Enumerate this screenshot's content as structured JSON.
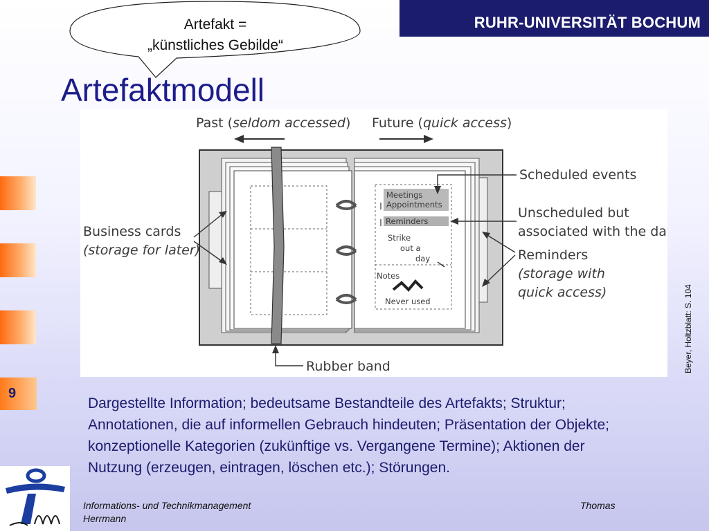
{
  "header": {
    "university": "RUHR-UNIVERSITÄT BOCHUM"
  },
  "bubble": {
    "line1": "Artefakt =",
    "line2": "„künstliches Gebilde“"
  },
  "slide": {
    "title": "Artefaktmodell",
    "page_number": "9"
  },
  "figure": {
    "past_label": "Past (",
    "past_em": "seldom accessed",
    "past_close": ")",
    "future_label": "Future (",
    "future_em": "quick access",
    "future_close": ")",
    "scheduled_events": "Scheduled events",
    "unscheduled_line1": "Unscheduled but",
    "unscheduled_line2": "associated with the day",
    "reminders_title": "Reminders",
    "reminders_line2": "(storage with",
    "reminders_line3": "quick access)",
    "business_cards": "Business cards",
    "business_cards_line2": "(storage for later)",
    "rubber_band": "Rubber band",
    "meetings": "Meetings",
    "appointments": "Appointments",
    "reminders_box": "Reminders",
    "strike": "Strike",
    "out_a": "out a",
    "day": "day",
    "notes": "Notes",
    "never_used": "Never used"
  },
  "source": "Beyer, Holtzblatt: S. 104",
  "body_text": "Dargestellte Information; bedeutsame Bestandteile des Artefakts; Struktur; Annotationen, die auf informellen Gebrauch hindeuten; Präsentation der Objekte; konzeptionelle Kategorien (zukünftige vs. Vergangene Termine); Aktionen der Nutzung (erzeugen, eintragen, löschen etc.); Störungen.",
  "footer": {
    "left": "Informations- und Technikmanagement",
    "right": "Thomas",
    "line2": "Herrmann"
  },
  "colors": {
    "header_bg": "#1c1c6e",
    "title": "#1c1c8a",
    "accent_orange": "#ff6a10"
  }
}
